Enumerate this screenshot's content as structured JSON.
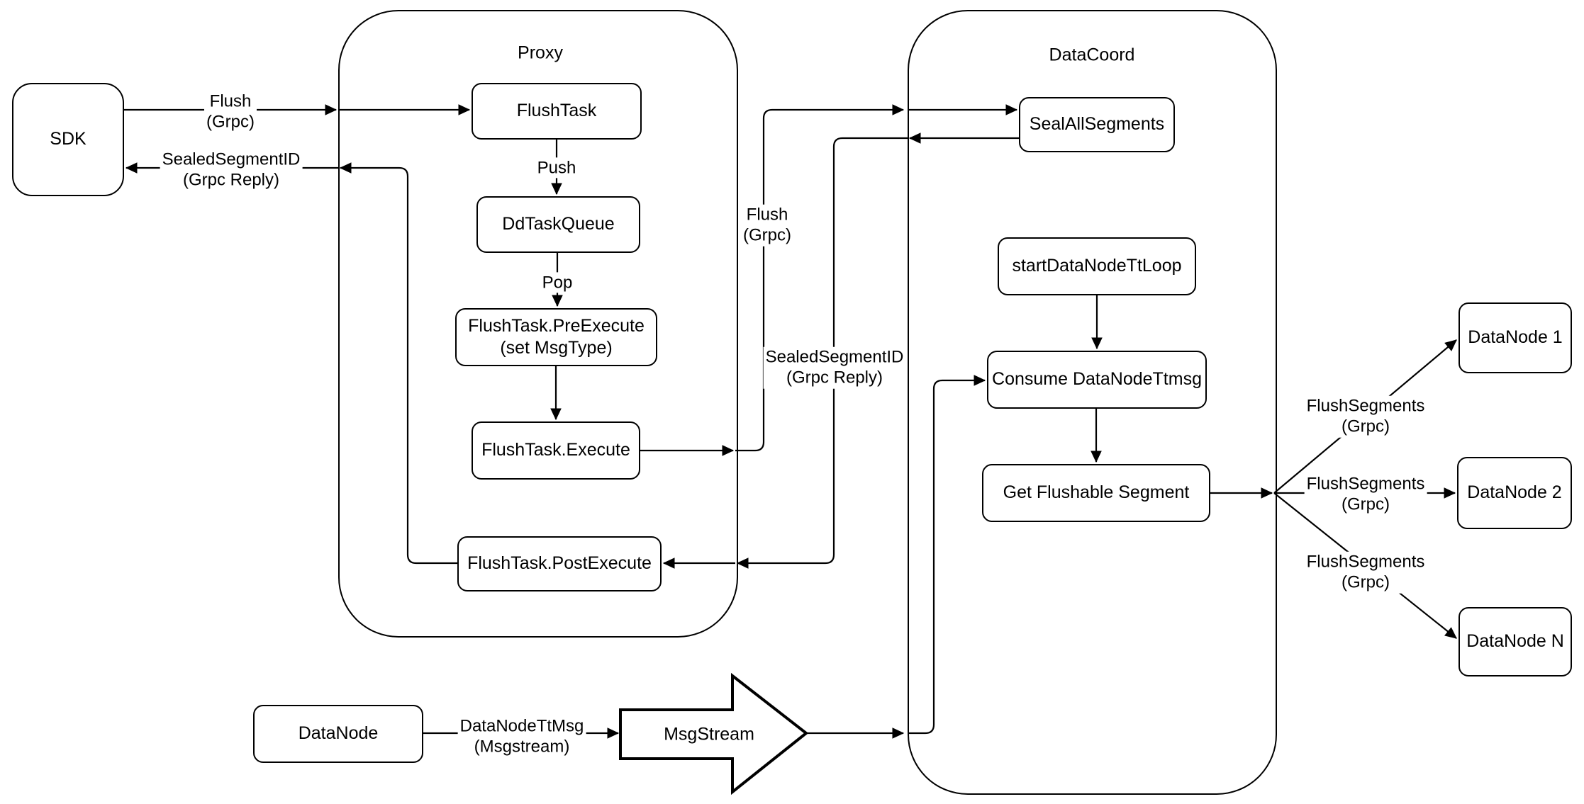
{
  "diagram": {
    "background_color": "#ffffff",
    "line_color": "#000000",
    "containers": {
      "proxy": {
        "label": "Proxy"
      },
      "datacoord": {
        "label": "DataCoord"
      }
    },
    "nodes": {
      "sdk": {
        "label": "SDK"
      },
      "flush_task": {
        "label": "FlushTask"
      },
      "dd_task_queue": {
        "label": "DdTaskQueue"
      },
      "pre_execute": {
        "label": "FlushTask.PreExecute",
        "label2": "(set MsgType)"
      },
      "execute": {
        "label": "FlushTask.Execute"
      },
      "post_execute": {
        "label": "FlushTask.PostExecute"
      },
      "seal_all_segments": {
        "label": "SealAllSegments"
      },
      "start_tt_loop": {
        "label": "startDataNodeTtLoop"
      },
      "consume_ttmsg": {
        "label": "Consume DataNodeTtmsg"
      },
      "get_flushable": {
        "label": "Get Flushable Segment"
      },
      "datanode_1": {
        "label": "DataNode 1"
      },
      "datanode_2": {
        "label": "DataNode 2"
      },
      "datanode_n": {
        "label": "DataNode N"
      },
      "datanode_bottom": {
        "label": "DataNode"
      },
      "msgstream": {
        "label": "MsgStream"
      }
    },
    "edge_labels": {
      "flush_sdk": {
        "line1": "Flush",
        "line2": "(Grpc)"
      },
      "sealed_sdk": {
        "line1": "SealedSegmentID",
        "line2": "(Grpc Reply)"
      },
      "push": "Push",
      "pop": "Pop",
      "flush_mid": {
        "line1": "Flush",
        "line2": "(Grpc)"
      },
      "sealed_mid": {
        "line1": "SealedSegmentID",
        "line2": "(Grpc Reply)"
      },
      "flush_segments_1": {
        "line1": "FlushSegments",
        "line2": "(Grpc)"
      },
      "flush_segments_2": {
        "line1": "FlushSegments",
        "line2": "(Grpc)"
      },
      "flush_segments_3": {
        "line1": "FlushSegments",
        "line2": "(Grpc)"
      },
      "datanode_ttmsg": {
        "line1": "DataNodeTtMsg",
        "line2": "(Msgstream)"
      }
    }
  }
}
